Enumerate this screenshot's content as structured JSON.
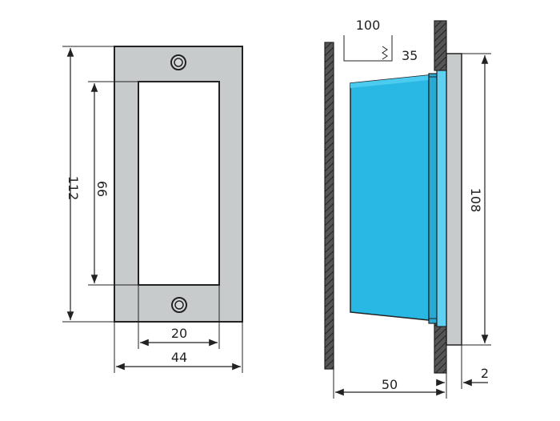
{
  "drawing": {
    "front_view": {
      "height_label": "112",
      "opening_height_label": "66",
      "opening_width_label": "20",
      "width_label": "44"
    },
    "side_view": {
      "top_width_label": "100",
      "top_height_label": "35",
      "height_label": "108",
      "depth_label": "50",
      "flange_label": "2"
    }
  },
  "colors": {
    "plate": "#c8cbcc",
    "housing": "#29b8e4",
    "housing_light": "#4ccbf0",
    "wall": "#555555",
    "line": "#222222"
  }
}
